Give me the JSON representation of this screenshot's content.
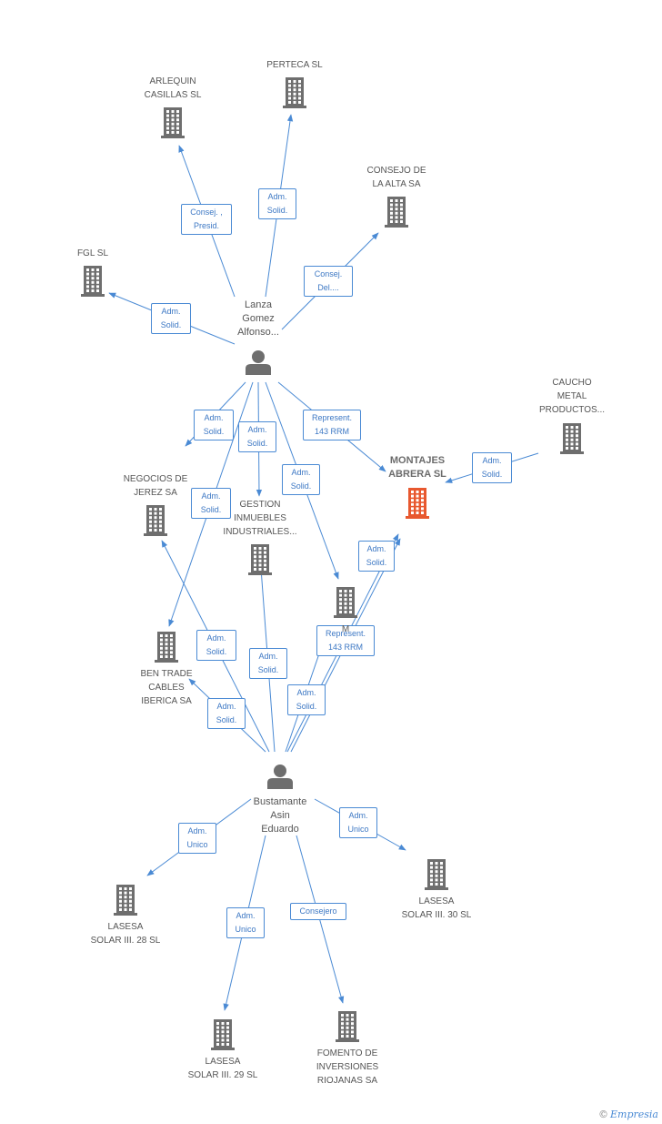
{
  "colors": {
    "edge": "#4a8ad4",
    "node": "#6e6e6e",
    "focus": "#e8582f",
    "label": "#555555"
  },
  "nodes": [
    {
      "id": "arlequin",
      "type": "company",
      "label": [
        "ARLEQUIN",
        "CASILLAS SL"
      ]
    },
    {
      "id": "perteca",
      "type": "company",
      "label": [
        "PERTECA SL"
      ]
    },
    {
      "id": "consejo",
      "type": "company",
      "label": [
        "CONSEJO DE",
        "LA ALTA SA"
      ]
    },
    {
      "id": "fgl",
      "type": "company",
      "label": [
        "FGL SL"
      ]
    },
    {
      "id": "lanza",
      "type": "person",
      "label": [
        "Lanza",
        "Gomez",
        "Alfonso..."
      ]
    },
    {
      "id": "caucho",
      "type": "company",
      "label": [
        "CAUCHO",
        "METAL",
        "PRODUCTOS..."
      ]
    },
    {
      "id": "montajes",
      "type": "company",
      "focus": true,
      "label": [
        "MONTAJES",
        "ABRERA SL"
      ]
    },
    {
      "id": "negocios",
      "type": "company",
      "label": [
        "NEGOCIOS DE",
        "JEREZ SA"
      ]
    },
    {
      "id": "gestion",
      "type": "company",
      "label": [
        "GESTION",
        "INMUEBLES",
        "INDUSTRIALES..."
      ]
    },
    {
      "id": "m_node",
      "type": "company",
      "label": [
        "M"
      ]
    },
    {
      "id": "bentrade",
      "type": "company",
      "label": [
        "BEN TRADE",
        "CABLES",
        "IBERICA SA"
      ]
    },
    {
      "id": "bustamante",
      "type": "person",
      "label": [
        "Bustamante",
        "Asin",
        "Eduardo"
      ]
    },
    {
      "id": "lasesa28",
      "type": "company",
      "label": [
        "LASESA",
        "SOLAR III.  28 SL"
      ]
    },
    {
      "id": "lasesa30",
      "type": "company",
      "label": [
        "LASESA",
        "SOLAR III.  30 SL"
      ]
    },
    {
      "id": "lasesa29",
      "type": "company",
      "label": [
        "LASESA",
        "SOLAR III.  29 SL"
      ]
    },
    {
      "id": "fomento",
      "type": "company",
      "label": [
        "FOMENTO DE",
        "INVERSIONES",
        "RIOJANAS SA"
      ]
    }
  ],
  "edges": [
    {
      "from": "lanza",
      "to": "arlequin",
      "label": [
        "Consej. ,",
        "Presid."
      ]
    },
    {
      "from": "lanza",
      "to": "perteca",
      "label": [
        "Adm.",
        "Solid."
      ]
    },
    {
      "from": "lanza",
      "to": "consejo",
      "label": [
        "Consej.",
        "Del...."
      ]
    },
    {
      "from": "lanza",
      "to": "fgl",
      "label": [
        "Adm.",
        "Solid."
      ]
    },
    {
      "from": "lanza",
      "to": "negocios",
      "label": [
        "Adm.",
        "Solid."
      ]
    },
    {
      "from": "lanza",
      "to": "gestion",
      "label": [
        "Adm.",
        "Solid."
      ]
    },
    {
      "from": "lanza",
      "to": "montajes",
      "label": [
        "Represent.",
        "143 RRM"
      ]
    },
    {
      "from": "lanza",
      "to": "m_node",
      "label": [
        "Adm.",
        "Solid."
      ]
    },
    {
      "from": "lanza",
      "to": "bentrade",
      "label": [
        "Adm.",
        "Solid."
      ]
    },
    {
      "from": "caucho",
      "to": "montajes",
      "label": [
        "Adm.",
        "Solid."
      ]
    },
    {
      "from": "bustamante",
      "to": "montajes",
      "label": [
        "Adm.",
        "Solid."
      ]
    },
    {
      "from": "bustamante",
      "to": "negocios",
      "label": [
        "Adm.",
        "Solid."
      ]
    },
    {
      "from": "bustamante",
      "to": "gestion",
      "label": [
        "Adm.",
        "Solid."
      ]
    },
    {
      "from": "bustamante",
      "to": "m_node",
      "label": [
        "Represent.",
        "143 RRM"
      ]
    },
    {
      "from": "bustamante",
      "to": "bentrade",
      "label": [
        "Adm.",
        "Solid."
      ]
    },
    {
      "from": "bustamante",
      "to": "montajes",
      "label": [
        "Adm.",
        "Solid."
      ]
    },
    {
      "from": "bustamante",
      "to": "lasesa28",
      "label": [
        "Adm.",
        "Unico"
      ]
    },
    {
      "from": "bustamante",
      "to": "lasesa30",
      "label": [
        "Adm.",
        "Unico"
      ]
    },
    {
      "from": "bustamante",
      "to": "lasesa29",
      "label": [
        "Adm.",
        "Unico"
      ]
    },
    {
      "from": "bustamante",
      "to": "fomento",
      "label": [
        "Consejero"
      ]
    }
  ],
  "brand": {
    "copyright": "©",
    "name": "Empresia"
  }
}
